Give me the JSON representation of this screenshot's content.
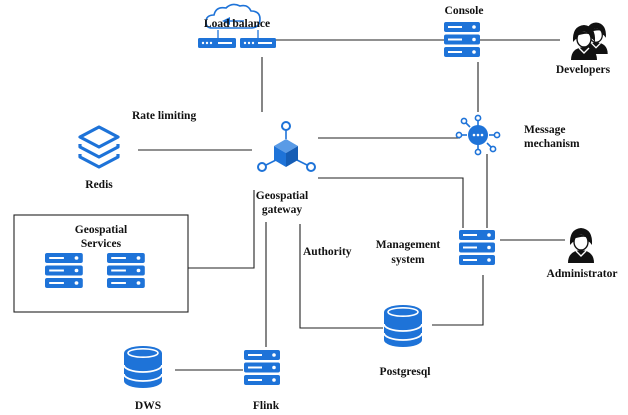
{
  "colors": {
    "icon_blue": "#1e73d8",
    "line": "#222222",
    "icon_light": "#ffffff"
  },
  "nodes": {
    "load_balance": {
      "label": "Load balance",
      "icon": "cloud-load-balancer-icon"
    },
    "console": {
      "label": "Console",
      "icon": "server-stack-icon"
    },
    "developers": {
      "label": "Developers",
      "icon": "user-group-icon"
    },
    "redis": {
      "label": "Redis",
      "icon": "layers-stack-icon"
    },
    "gateway": {
      "label_line1": "Geospatial",
      "label_line2": "gateway",
      "icon": "hub-cube-icon"
    },
    "message": {
      "label_line1": "Message",
      "label_line2": "mechanism",
      "icon": "network-hub-icon"
    },
    "services": {
      "label_line1": "Geospatial",
      "label_line2": "Services",
      "icon": "server-stack-icon"
    },
    "management": {
      "label_line1": "Management",
      "label_line2": "system",
      "icon": "server-stack-icon"
    },
    "administrator": {
      "label": "Administrator",
      "icon": "user-icon"
    },
    "postgresql": {
      "label": "Postgresql",
      "icon": "database-icon"
    },
    "dws": {
      "label": "DWS",
      "icon": "database-icon"
    },
    "flink": {
      "label": "Flink",
      "icon": "server-stack-icon"
    }
  },
  "edge_labels": {
    "rate_limiting": "Rate limiting",
    "authority": "Authority"
  }
}
